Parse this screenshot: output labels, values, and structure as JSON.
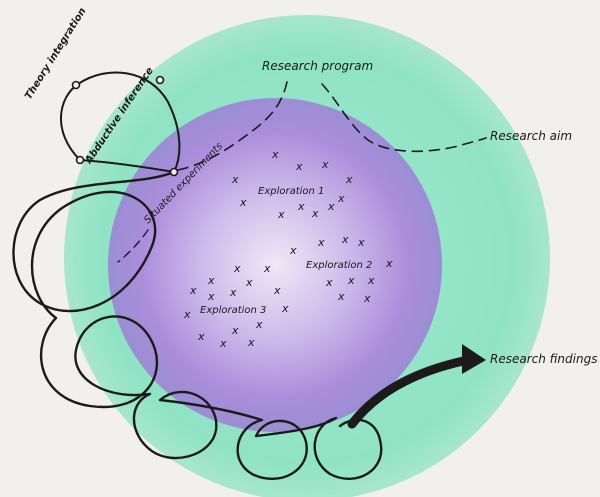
{
  "labels": {
    "theory_integration": "Theory integration",
    "abductive_inference": "Abductive inference",
    "situated_experiments": "Situated experiments",
    "research_program": "Research program",
    "research_aim": "Research aim",
    "research_findings": "Research findings",
    "exploration_1": "Exploration 1",
    "exploration_2": "Exploration 2",
    "exploration_3": "Exploration 3"
  },
  "marker_glyph": "x",
  "colors": {
    "background": "#f2f0ec",
    "outer_circle": "#8fe3c4",
    "inner_circle": "#a98ad8",
    "ink": "#1d1a1c"
  }
}
